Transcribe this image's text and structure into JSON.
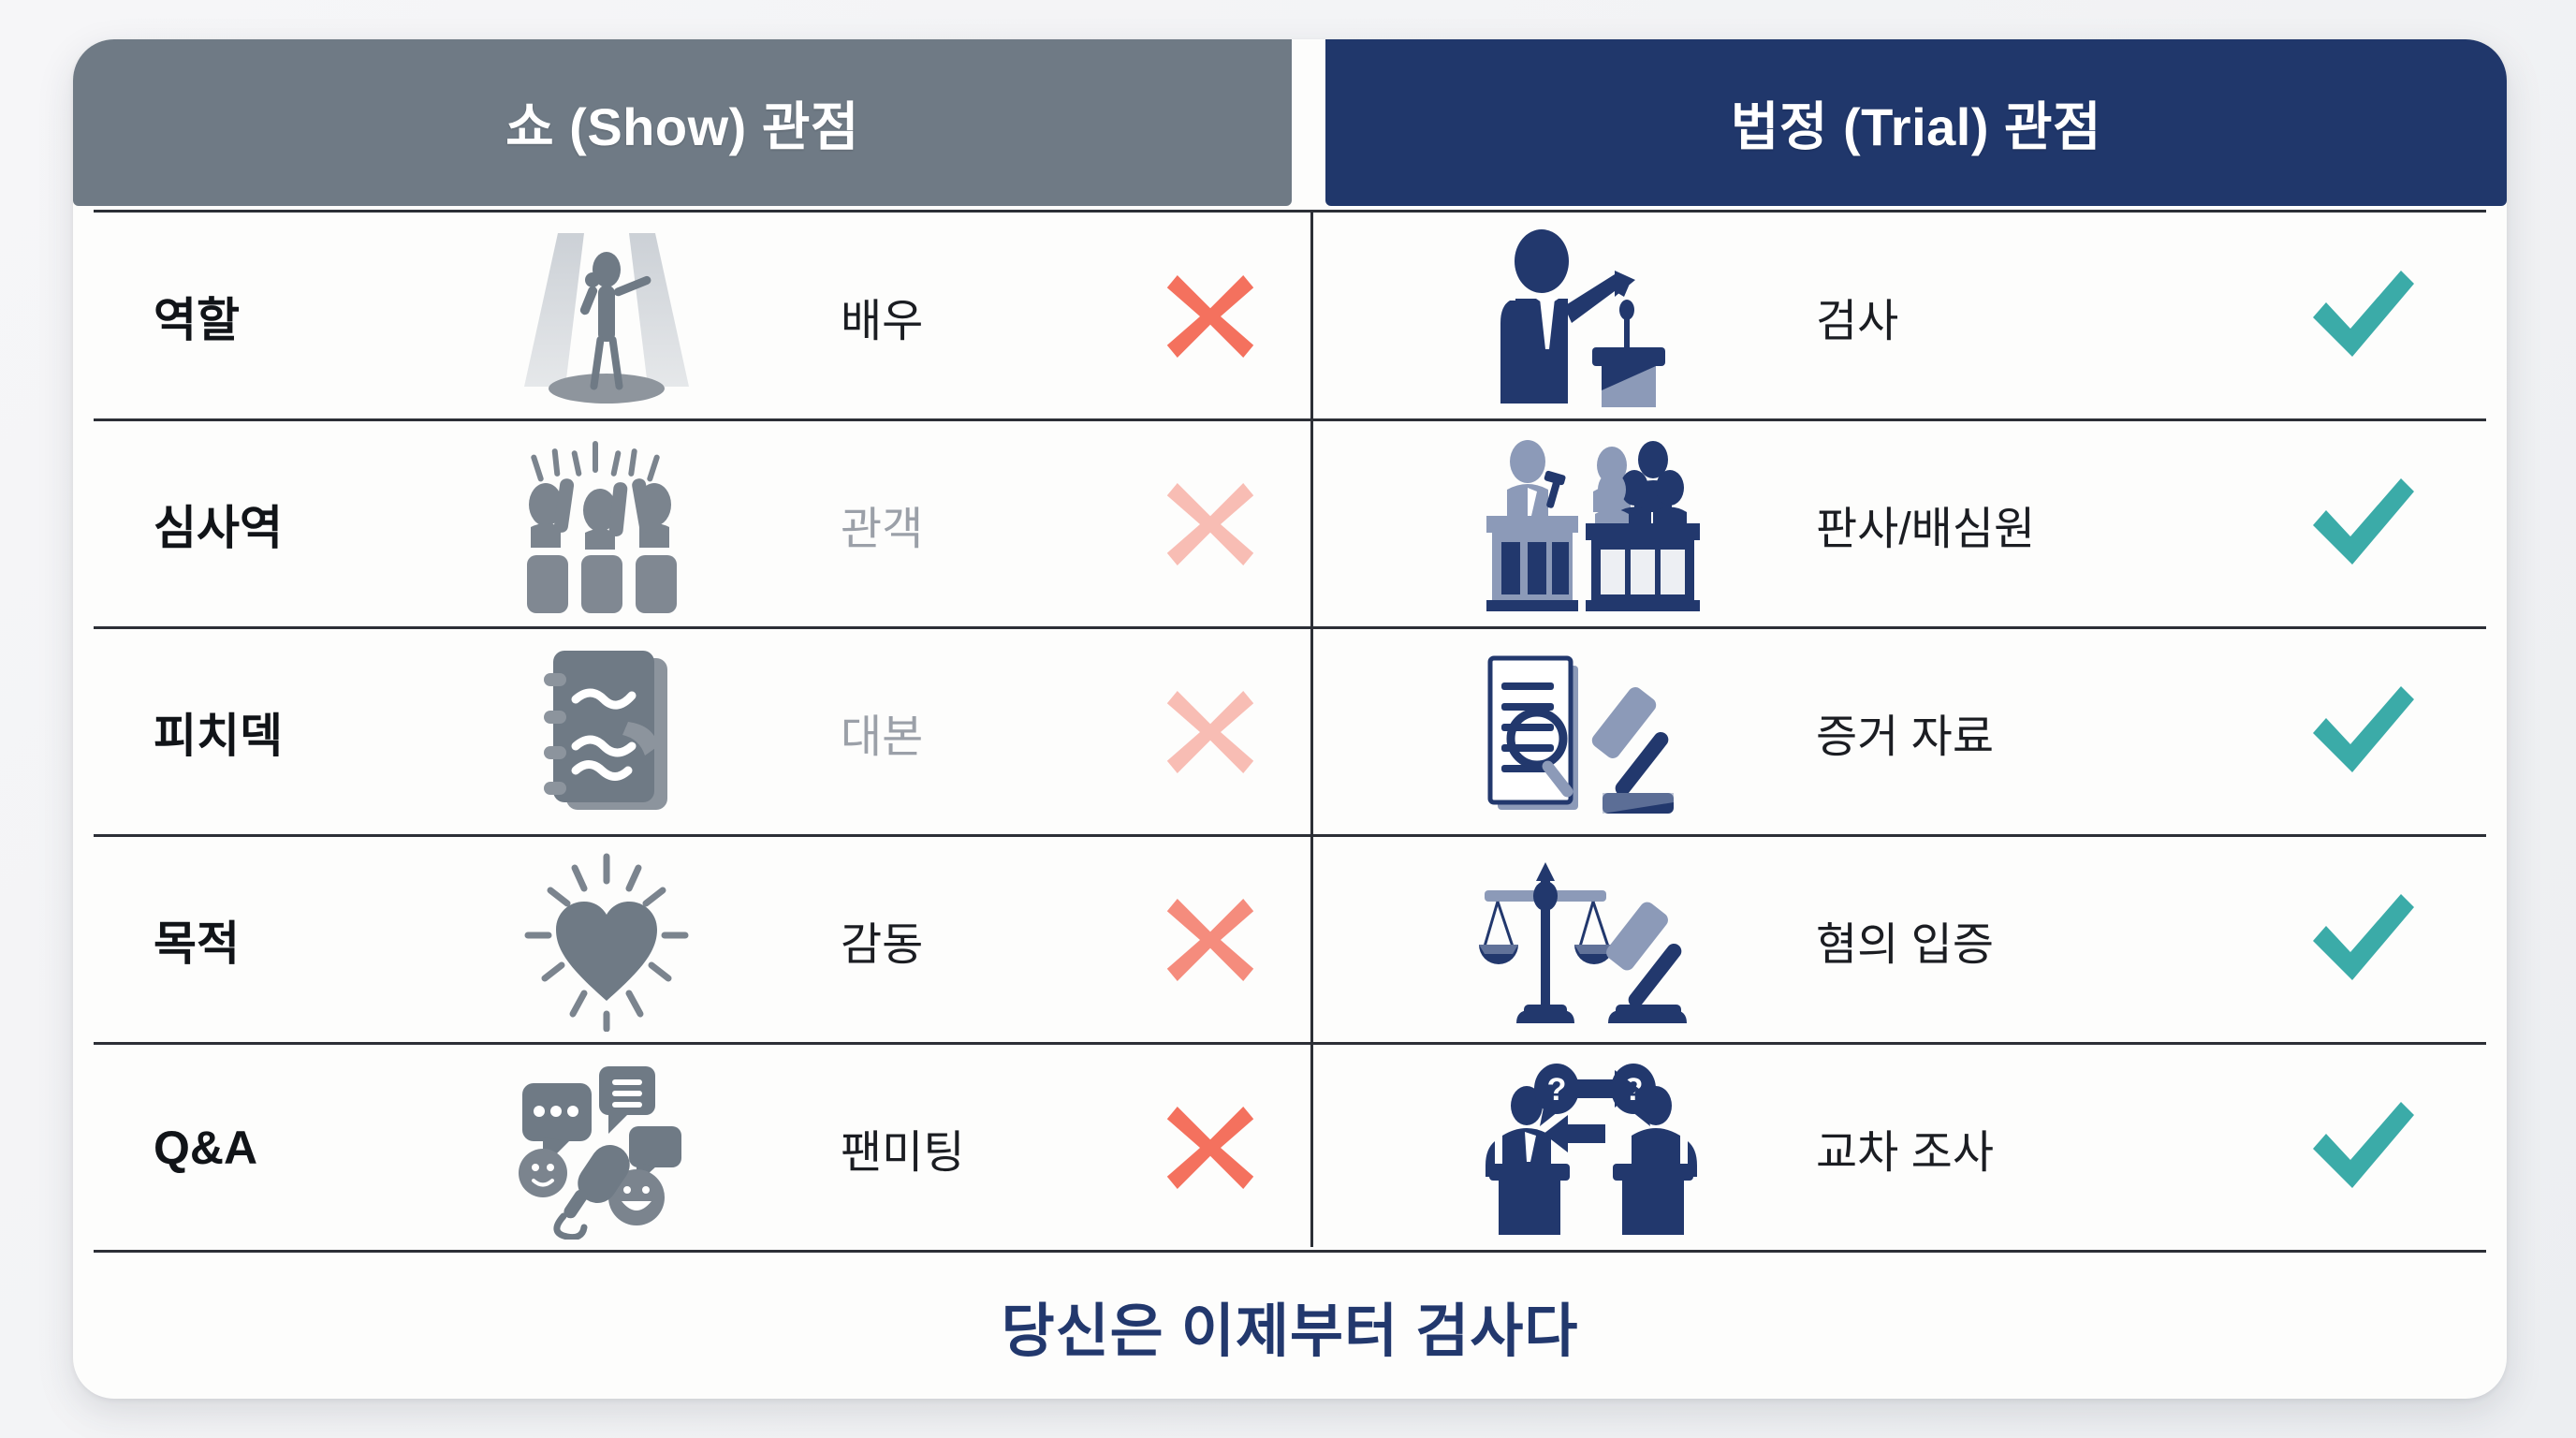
{
  "card": {
    "headers": [
      {
        "id": "show",
        "label": "쇼 (Show) 관점",
        "bg": "#6f7a85"
      },
      {
        "id": "trial",
        "label": "법정 (Trial) 관점",
        "bg": "#20376b"
      }
    ],
    "rows": [
      {
        "term": "역할",
        "left": {
          "icon": "spotlight-performer-icon",
          "value": "배우",
          "mark": "cross",
          "muted": false
        },
        "right": {
          "icon": "prosecutor-pointing-icon",
          "value": "검사",
          "mark": "check"
        }
      },
      {
        "term": "심사역",
        "left": {
          "icon": "cheering-audience-icon",
          "value": "관객",
          "mark": "cross",
          "muted": true
        },
        "right": {
          "icon": "judge-jury-bench-icon",
          "value": "판사/배심원",
          "mark": "check"
        }
      },
      {
        "term": "피치덱",
        "left": {
          "icon": "script-notebook-icon",
          "value": "대본",
          "mark": "cross",
          "muted": true
        },
        "right": {
          "icon": "evidence-documents-gavel-icon",
          "value": "증거 자료",
          "mark": "check"
        }
      },
      {
        "term": "목적",
        "left": {
          "icon": "shining-heart-icon",
          "value": "감동",
          "mark": "cross",
          "muted": false
        },
        "right": {
          "icon": "scales-gavel-icon",
          "value": "혐의 입증",
          "mark": "check"
        }
      },
      {
        "term": "Q&A",
        "left": {
          "icon": "microphone-chat-icon",
          "value": "팬미팅",
          "mark": "cross",
          "muted": false
        },
        "right": {
          "icon": "cross-examination-podiums-icon",
          "value": "교차 조사",
          "mark": "check"
        }
      }
    ],
    "footer": {
      "text": "당신은 이제부터 검사다"
    }
  },
  "colors": {
    "show_header_bg": "#6f7a85",
    "trial_header_bg": "#20376b",
    "cross_red": "#f4715e",
    "check_teal": "#3baba8",
    "gray_icon": "#7b848e",
    "navy_icon": "#22386d",
    "navy_light": "#8c9ab8",
    "footer_text": "#22386d",
    "rule": "#2c2f36",
    "card_bg": "#fdfdfc",
    "page_bg": "#f4f5f7"
  }
}
